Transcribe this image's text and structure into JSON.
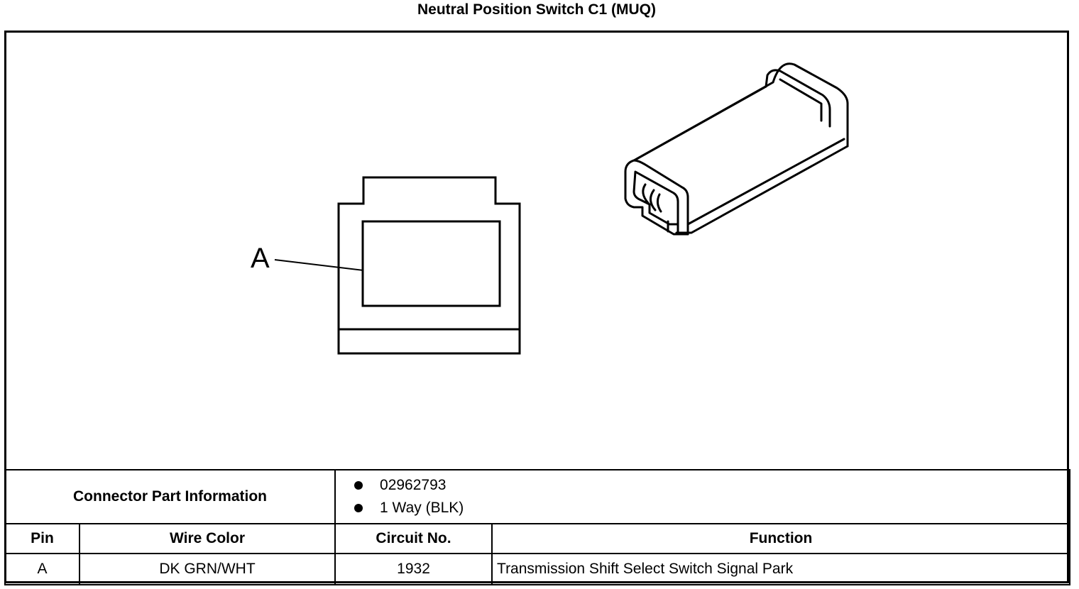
{
  "title": "Neutral Position Switch C1 (MUQ)",
  "diagram": {
    "face_view": {
      "terminal_label": "A"
    },
    "connector_3d": {
      "icon": "one-way-connector-icon"
    }
  },
  "connector_info": {
    "label": "Connector Part Information",
    "items": [
      "02962793",
      "1 Way (BLK)"
    ]
  },
  "pin_table": {
    "headers": {
      "pin": "Pin",
      "wire_color": "Wire Color",
      "circuit": "Circuit No.",
      "function": "Function"
    },
    "rows": [
      {
        "pin": "A",
        "wire_color": "DK GRN/WHT",
        "circuit": "1932",
        "function": "Transmission Shift Select Switch Signal Park"
      }
    ]
  }
}
